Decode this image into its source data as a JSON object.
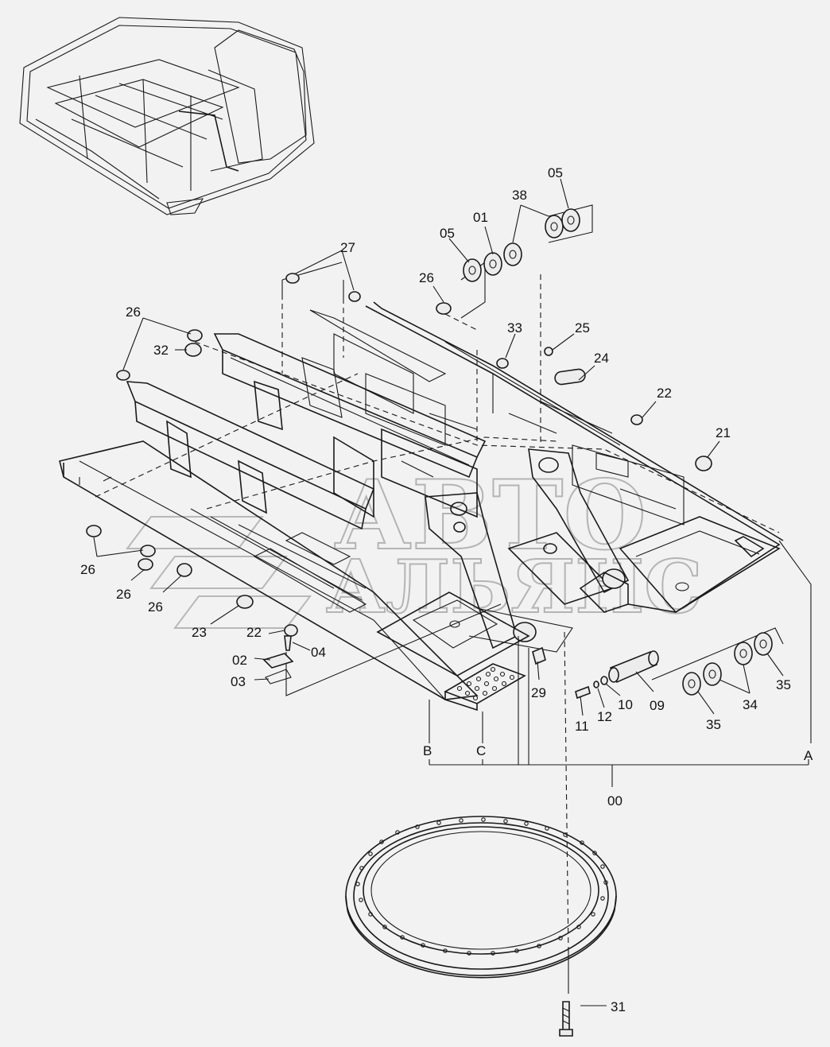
{
  "watermark": {
    "line1": "АВТО",
    "line2": "АЛЬЯНС"
  },
  "callouts": [
    {
      "id": "c05a",
      "label": "05"
    },
    {
      "id": "c38",
      "label": "38"
    },
    {
      "id": "c05b",
      "label": "05"
    },
    {
      "id": "c01",
      "label": "01"
    },
    {
      "id": "c27",
      "label": "27"
    },
    {
      "id": "c26a",
      "label": "26"
    },
    {
      "id": "c26b",
      "label": "26"
    },
    {
      "id": "c32",
      "label": "32"
    },
    {
      "id": "c33",
      "label": "33"
    },
    {
      "id": "c25",
      "label": "25"
    },
    {
      "id": "c24",
      "label": "24"
    },
    {
      "id": "c22a",
      "label": "22"
    },
    {
      "id": "c21",
      "label": "21"
    },
    {
      "id": "c26c",
      "label": "26"
    },
    {
      "id": "c26d",
      "label": "26"
    },
    {
      "id": "c26e",
      "label": "26"
    },
    {
      "id": "c23",
      "label": "23"
    },
    {
      "id": "c22b",
      "label": "22"
    },
    {
      "id": "c04",
      "label": "04"
    },
    {
      "id": "c02",
      "label": "02"
    },
    {
      "id": "c03",
      "label": "03"
    },
    {
      "id": "c29",
      "label": "29"
    },
    {
      "id": "c11",
      "label": "11"
    },
    {
      "id": "c12",
      "label": "12"
    },
    {
      "id": "c10",
      "label": "10"
    },
    {
      "id": "c09",
      "label": "09"
    },
    {
      "id": "c35a",
      "label": "35"
    },
    {
      "id": "c34",
      "label": "34"
    },
    {
      "id": "c35b",
      "label": "35"
    },
    {
      "id": "cB",
      "label": "B"
    },
    {
      "id": "cC",
      "label": "C"
    },
    {
      "id": "cA",
      "label": "A"
    },
    {
      "id": "c00",
      "label": "00"
    },
    {
      "id": "c31",
      "label": "31"
    }
  ]
}
